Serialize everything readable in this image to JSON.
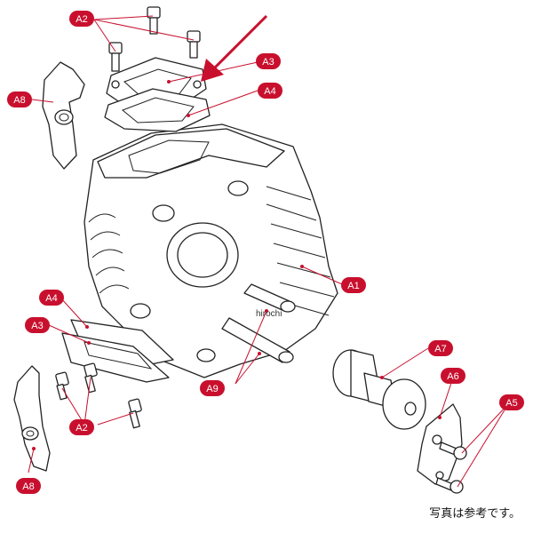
{
  "labels": {
    "a1": "A1",
    "a2_top": "A2",
    "a2_bottom": "A2",
    "a3_top": "A3",
    "a3_bottom": "A3",
    "a4_top": "A4",
    "a4_bottom": "A4",
    "a5": "A5",
    "a6": "A6",
    "a7": "A7",
    "a8_top": "A8",
    "a8_bottom": "A8",
    "a9": "A9"
  },
  "watermark": "hirochi",
  "footnote": "写真は参考です。",
  "colors": {
    "accent": "#c8102e",
    "line": "#222222",
    "background": "#ffffff"
  }
}
